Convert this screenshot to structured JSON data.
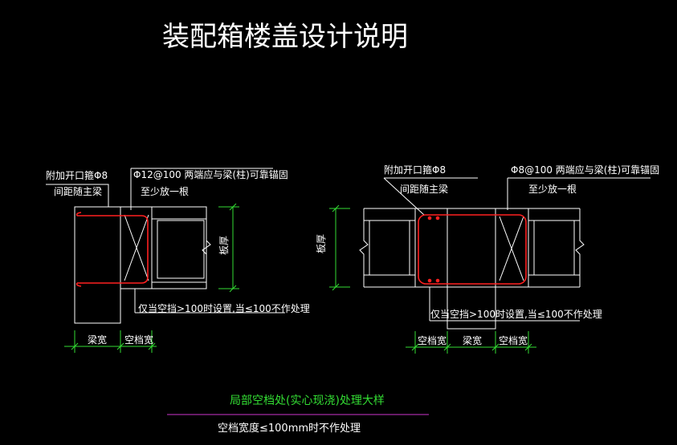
{
  "title": "装配箱楼盖设计说明",
  "left_detail": {
    "rebar_note_1": "附加开口箍Φ8",
    "rebar_note_2": "间距随主梁",
    "top_note_1": "Φ12@100 两端应与梁(柱)可靠锚固",
    "top_note_2": "至少放一根",
    "side_label": "板厚",
    "bottom_note": "仅当空挡>100时设置,当≤100不作处理",
    "dim_1": "梁宽",
    "dim_2": "空档宽"
  },
  "right_detail": {
    "rebar_note_1": "附加开口箍Φ8",
    "rebar_note_2": "间距随主梁",
    "top_note_1": "Φ8@100 两端应与梁(柱)可靠锚固",
    "top_note_2": "至少放一根",
    "side_label": "板厚",
    "bottom_note": "仅当空挡>100时设置,当≤100不作处理",
    "dim_1": "空档宽",
    "dim_2": "梁宽",
    "dim_3": "空档宽"
  },
  "caption": "局部空档处(实心现浇)处理大样",
  "footnote": "空档宽度≤100mm时不作处理",
  "colors": {
    "background": "#000000",
    "line": "#ffffff",
    "dimension": "#33dd33",
    "rebar": "#ff2020",
    "caption_underline": "#cc33cc"
  }
}
